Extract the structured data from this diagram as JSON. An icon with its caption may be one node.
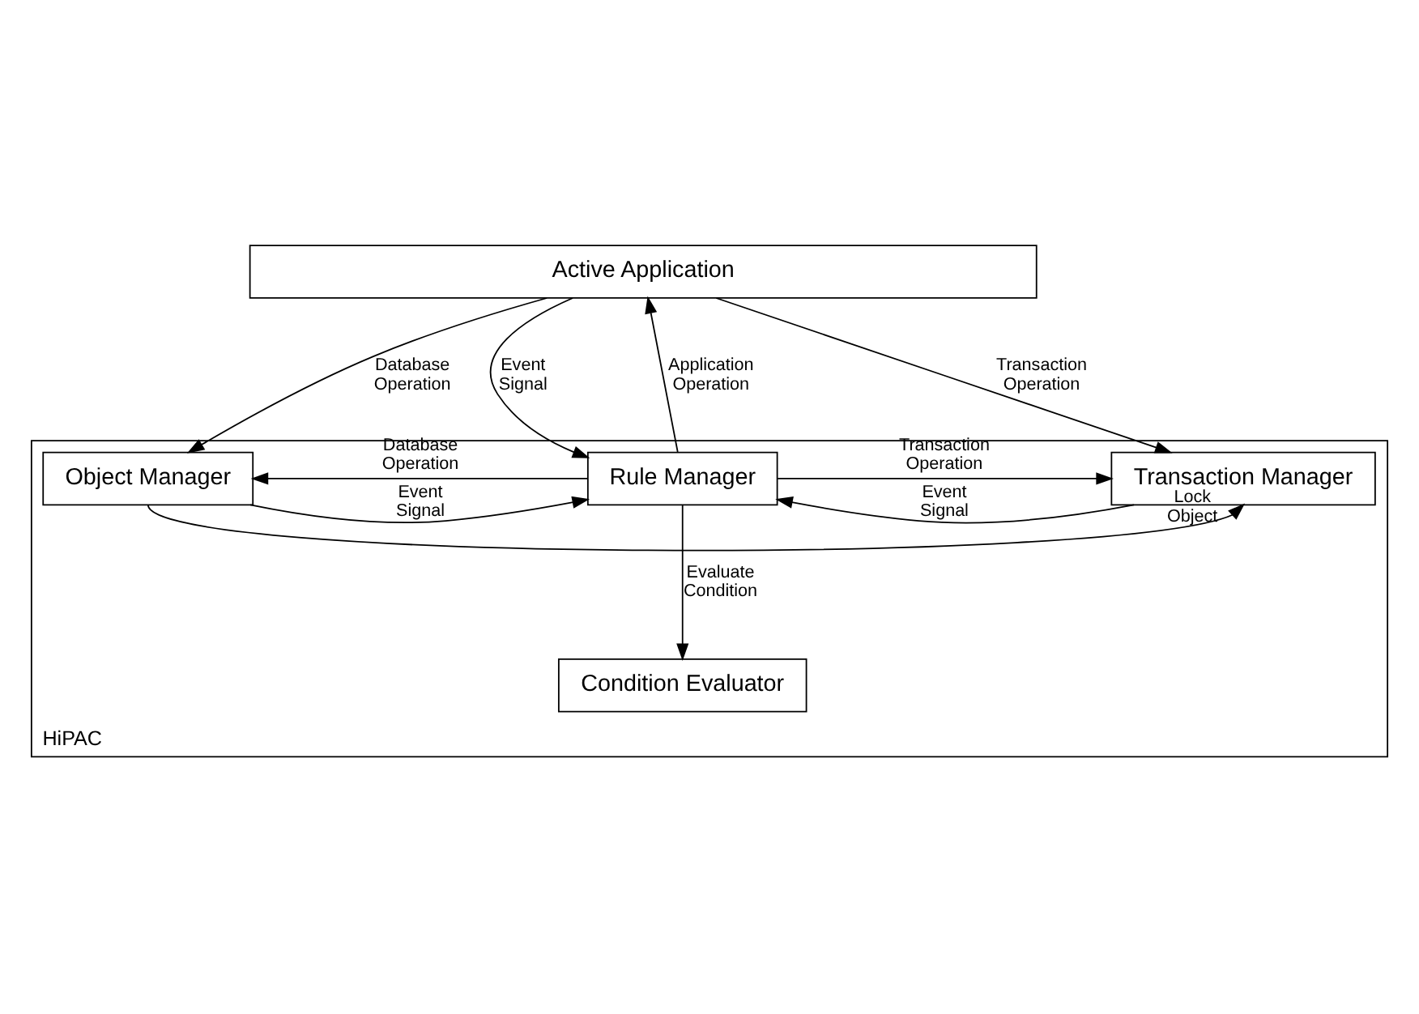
{
  "diagram": {
    "nodes": [
      {
        "text": [
          "Active Application"
        ]
      },
      {
        "text": [
          "HiPAC"
        ]
      },
      {
        "text": [
          "Object Manager"
        ],
        "in": 1
      },
      {
        "text": [
          "Rule Manager"
        ],
        "in": 1
      },
      {
        "text": [
          "Transaction Manager"
        ],
        "in": 1
      },
      {
        "text": [
          "Condition Evaluator"
        ],
        "in": 1
      }
    ],
    "edges": [
      {
        "from": 0,
        "to": 2,
        "arrow": "to",
        "label": "Database Operation"
      },
      {
        "from": 0,
        "to": 3,
        "arrow": "to",
        "label": "Event Signal"
      },
      {
        "from": 3,
        "to": 0,
        "arrow": "to",
        "label": "Application Operation"
      },
      {
        "from": 0,
        "to": 4,
        "arrow": "to",
        "label": "Transaction Operation"
      },
      {
        "from": 2,
        "to": 3,
        "arrow": "to",
        "label": "Event Signal"
      },
      {
        "from": 3,
        "to": 2,
        "arrow": "to",
        "label": "Database Operation"
      },
      {
        "from": 3,
        "to": 4,
        "arrow": "to",
        "label": "Transaction Operation"
      },
      {
        "from": 4,
        "to": 3,
        "arrow": "to",
        "label": "Event Signal"
      },
      {
        "from": 3,
        "to": 5,
        "arrow": "to",
        "label": "Evaluate Condition"
      },
      {
        "from": 2,
        "to": 4,
        "arrow": "to",
        "label": "Lock Object"
      }
    ]
  }
}
